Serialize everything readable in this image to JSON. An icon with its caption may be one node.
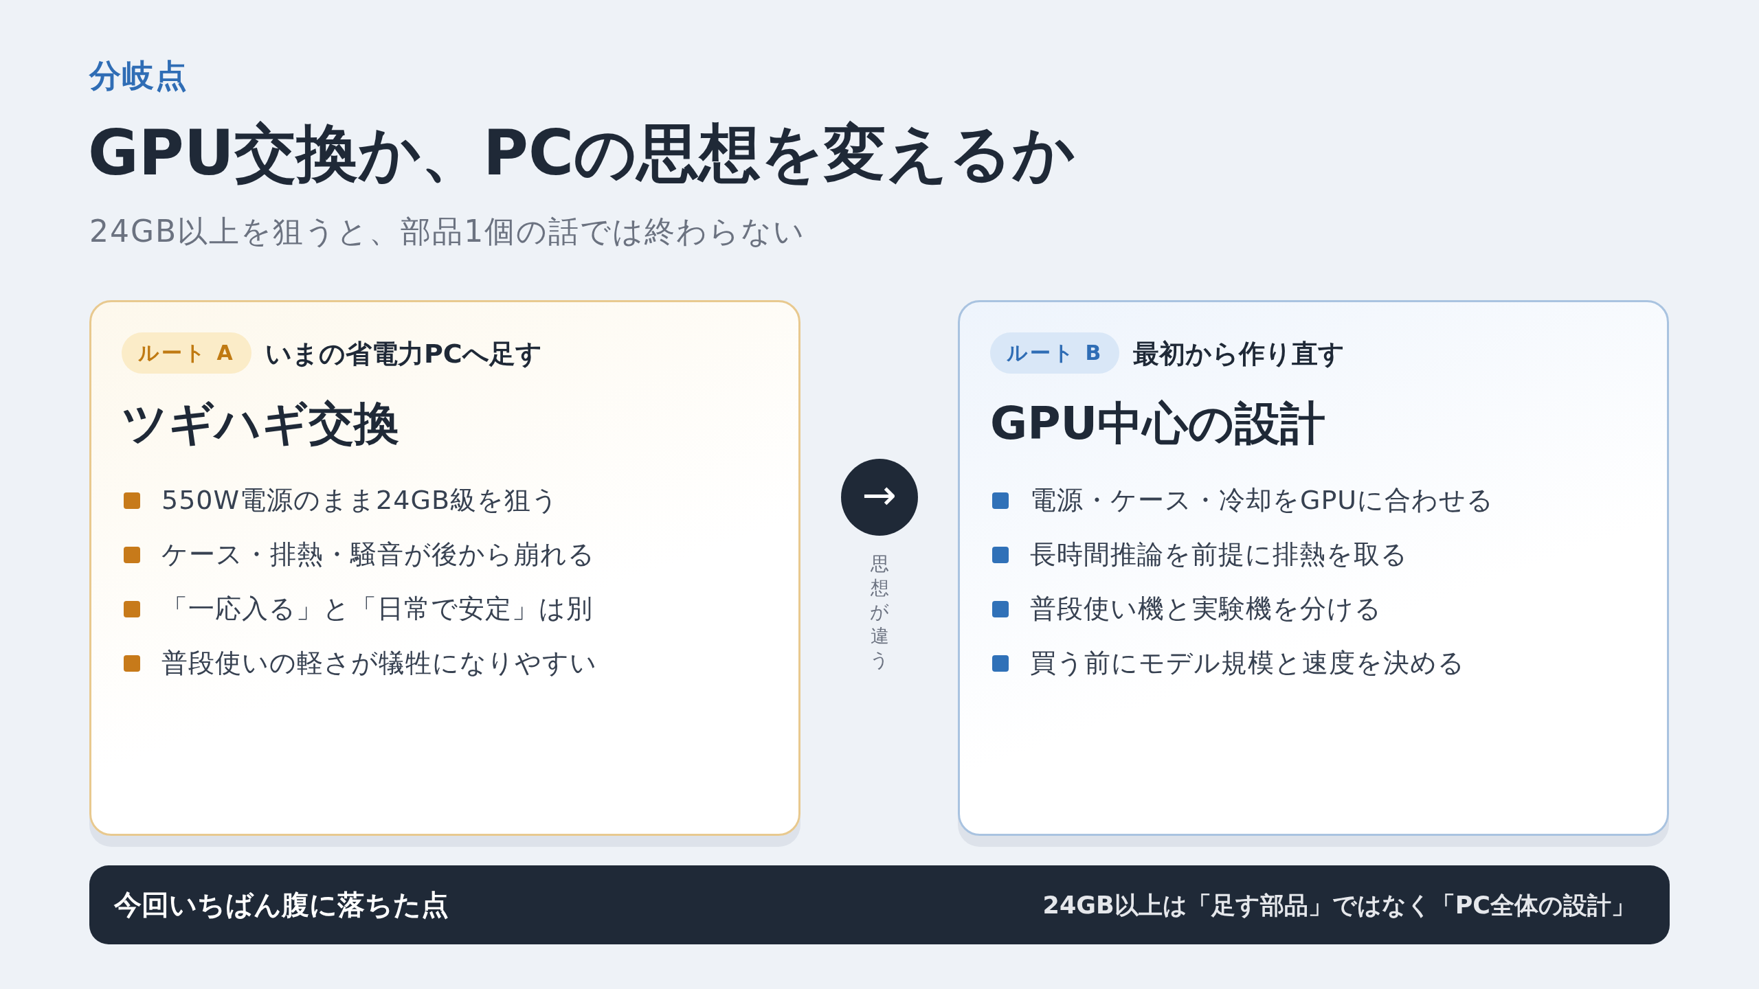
{
  "diagram": {
    "title": "GPU交換か、PCの思想を変えるか",
    "nodes": [
      {
        "text": [
          "いまの省電力PCへ足す",
          "ツギハギ交換",
          "550W電源のまま24GB級を狙う",
          "ケース・排熱・騒音が後から崩れる",
          "「一応入る」と「日常で安定」は別",
          "普段使いの軽さが犠牲になりやすい"
        ]
      },
      {
        "text": [
          "ルート A"
        ],
        "in": 0
      },
      {
        "text": [
          "→"
        ],
        "beside": [
          "思想が違う"
        ]
      },
      {
        "text": [
          "最初から作り直す",
          "GPU中心の設計",
          "電源・ケース・冷却をGPUに合わせる",
          "長時間推論を前提に排熱を取る",
          "普段使い機と実験機を分ける",
          "買う前にモデル規模と速度を決める"
        ]
      },
      {
        "text": [
          "ルート B"
        ],
        "in": 3
      },
      {
        "text": [
          "今回いちばん腹に落ちた点",
          "24GB以上は「足す部品」ではなく「PC全体の設計」"
        ]
      }
    ],
    "labels": [
      "分岐点",
      "24GB以上を狙うと、部品1個の話では終わらない"
    ]
  }
}
